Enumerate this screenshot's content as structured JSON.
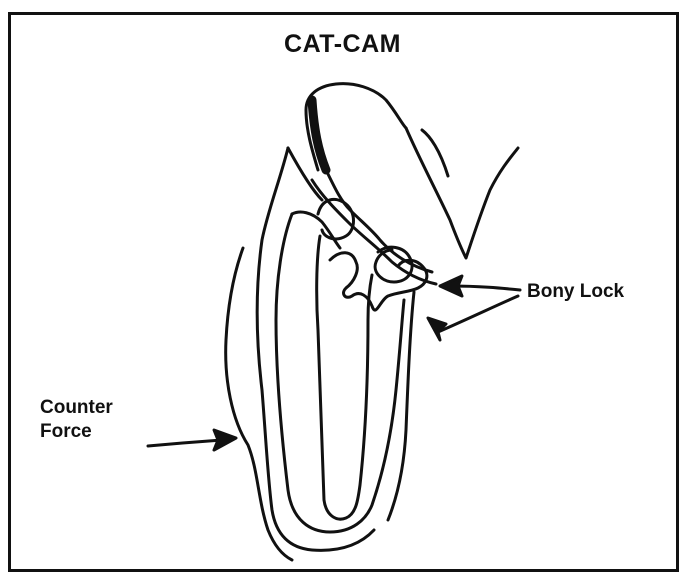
{
  "figure": {
    "title": "CAT-CAM",
    "labels": {
      "bony_lock": "Bony Lock",
      "counter_force_line1": "Counter",
      "counter_force_line2": "Force"
    },
    "colors": {
      "ink": "#111111",
      "background": "#ffffff"
    }
  }
}
